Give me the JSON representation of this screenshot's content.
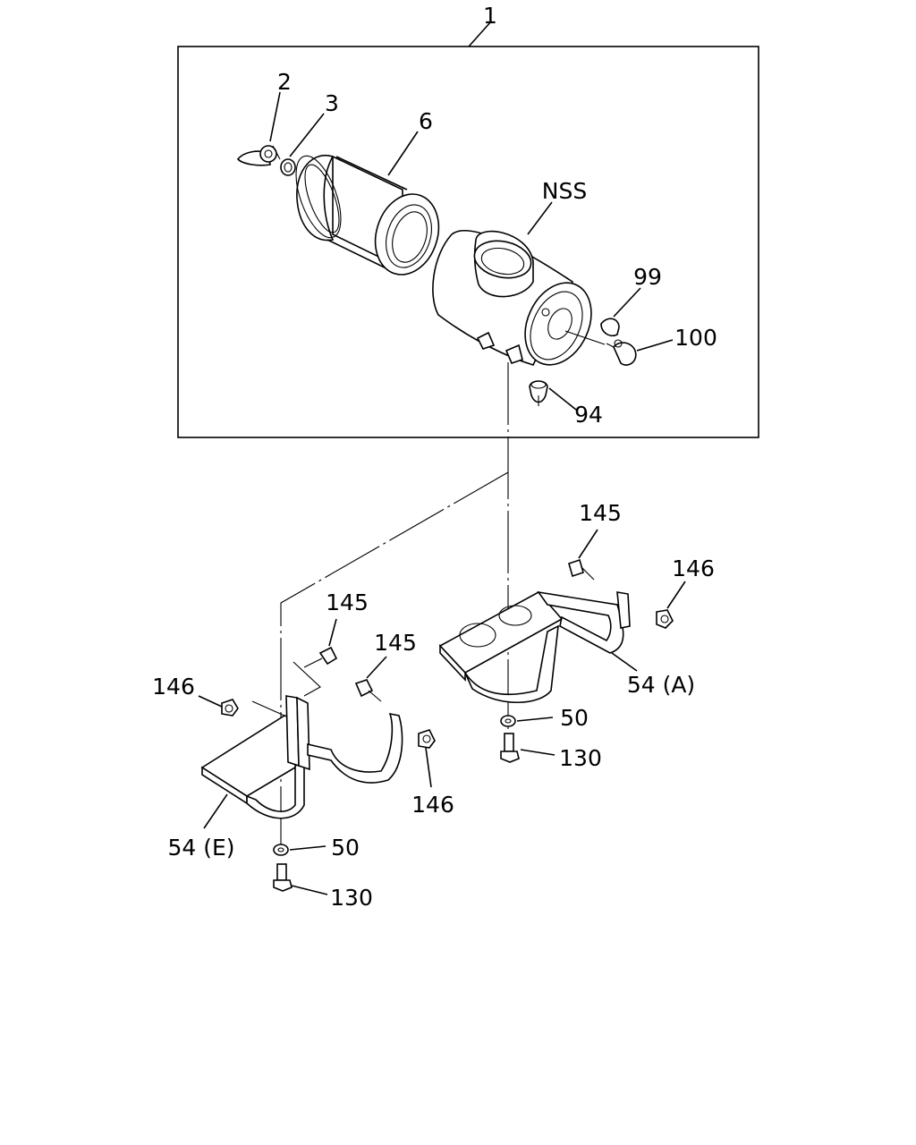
{
  "callouts": {
    "c1": "1",
    "c2": "2",
    "c3": "3",
    "c6": "6",
    "nss": "NSS",
    "c99": "99",
    "c100": "100",
    "c94": "94",
    "c145_right": "145",
    "c146_right": "146",
    "c54a": "54 (A)",
    "c50_right": "50",
    "c130_right": "130",
    "c145_left_a": "145",
    "c145_left_b": "145",
    "c146_left_a": "146",
    "c146_left_b": "146",
    "c54e": "54 (E)",
    "c50_left": "50",
    "c130_left": "130"
  }
}
